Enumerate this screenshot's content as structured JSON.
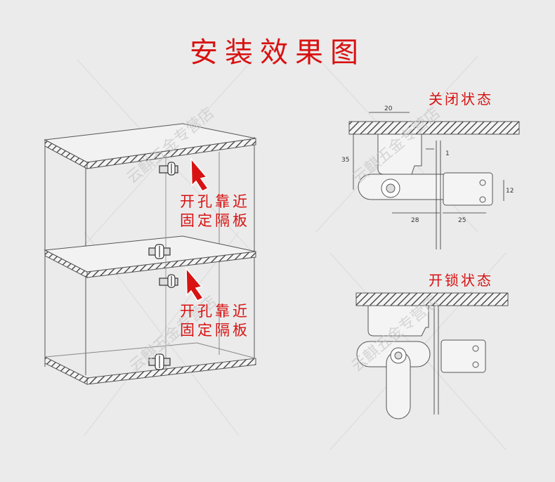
{
  "title": "安装效果图",
  "notes": [
    {
      "line1": "开孔靠近",
      "line2": "固定隔板"
    },
    {
      "line1": "开孔靠近",
      "line2": "固定隔板"
    }
  ],
  "closed_state": {
    "label": "关闭状态",
    "dims": {
      "top": "20",
      "height": "35",
      "gap": "1",
      "side": "12",
      "bottom_left": "28",
      "bottom_right": "25"
    }
  },
  "open_state": {
    "label": "开锁状态"
  },
  "watermark": "云麒五金专营店",
  "colors": {
    "accent": "#d81212",
    "line": "#555555",
    "background": "#ebebeb"
  }
}
